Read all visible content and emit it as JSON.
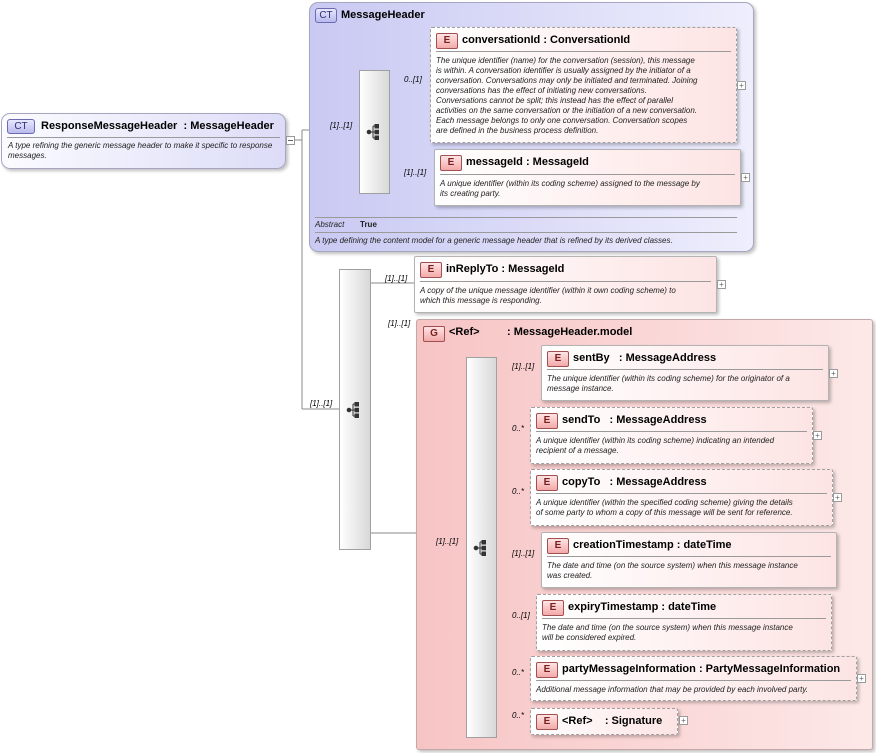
{
  "root": {
    "badge": "CT",
    "name": "ResponseMessageHeader",
    "type": ": MessageHeader",
    "doc": "A type refining the generic message header to make it specific to response messages."
  },
  "base": {
    "badge": "CT",
    "name": "MessageHeader",
    "abstract_label": "Abstract",
    "abstract_value": "True",
    "doc": "A type defining the content model for a generic message header that is refined by its derived classes."
  },
  "seq_cards": {
    "root_to_base": "[1]..[1]",
    "root_to_seq2": "[1]..[1]",
    "seq2_to_group": "[1]..[1]",
    "group_ref": "[1]..[1]"
  },
  "base_elements": [
    {
      "badge": "E",
      "name": "conversationId",
      "type": ": ConversationId",
      "card": "0..[1]",
      "doc": [
        "The unique identifier (name) for the conversation (session), this message",
        "is within. A conversation identifier is usually assigned by the initiator of a",
        "conversation. Conversations may only be initiated and terminated. Joining",
        "conversations has the effect of initiating new conversations.",
        "Conversations cannot be split; this instead has the effect of parallel",
        "activities on the same conversation or the initiation of a new conversation.",
        "Each message belongs to only one conversation. Conversation scopes",
        "are defined in the business process definition."
      ]
    },
    {
      "badge": "E",
      "name": "messageId",
      "type": ": MessageId",
      "card": "[1]..[1]",
      "doc": [
        "A unique identifier (within its coding scheme) assigned to the message by",
        "its creating party."
      ]
    }
  ],
  "inReplyTo": {
    "badge": "E",
    "name": "inReplyTo",
    "type": ": MessageId",
    "card": "[1]..[1]",
    "doc": [
      "A copy of the unique message identifier (within it own coding scheme) to",
      "which this message is responding."
    ]
  },
  "group": {
    "badge": "G",
    "ref": "<Ref>",
    "type": ": MessageHeader.model"
  },
  "group_elements": [
    {
      "badge": "E",
      "name": "sentBy",
      "type": ": MessageAddress",
      "card": "[1]..[1]",
      "doc": [
        "The unique identifier (within its coding scheme) for the originator of a",
        "message instance."
      ]
    },
    {
      "badge": "E",
      "name": "sendTo",
      "type": ": MessageAddress",
      "card": "0..*",
      "doc": [
        "A unique identifier (within its coding scheme) indicating an intended",
        "recipient of a message."
      ]
    },
    {
      "badge": "E",
      "name": "copyTo",
      "type": ": MessageAddress",
      "card": "0..*",
      "doc": [
        "A unique identifier (within the specified coding scheme) giving the details",
        "of some party to whom a copy of this message will be sent for reference."
      ]
    },
    {
      "badge": "E",
      "name": "creationTimestamp",
      "type": ": dateTime",
      "card": "[1]..[1]",
      "doc": [
        "The date and time (on the source system) when this message instance",
        "was created."
      ]
    },
    {
      "badge": "E",
      "name": "expiryTimestamp",
      "type": ": dateTime",
      "card": "0..[1]",
      "doc": [
        "The date and time (on the source system) when this message instance",
        "will be considered expired."
      ]
    },
    {
      "badge": "E",
      "name": "partyMessageInformation",
      "type": ": PartyMessageInformation",
      "card": "0..*",
      "doc": [
        "Additional message information that may be provided by each involved party."
      ]
    },
    {
      "badge": "E",
      "name": "<Ref>",
      "type": ": Signature",
      "card": "0..*",
      "doc": []
    }
  ]
}
